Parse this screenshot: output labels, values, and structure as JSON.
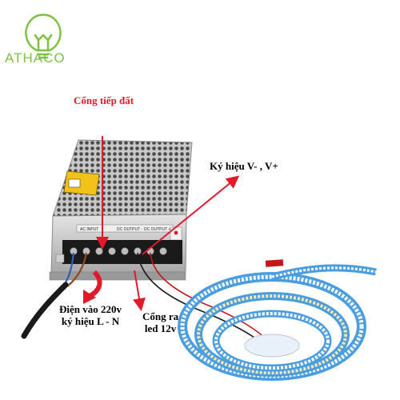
{
  "brand": {
    "name": "ATHACO",
    "color": "#7cc242",
    "icon": "lightbulb-icon"
  },
  "labels": {
    "ground_port": "Cổng tiếp đất",
    "voltage_symbols": "Ký hiệu V- , V+",
    "input_line1": "Điện vào 220v",
    "input_line2": "ký hiệu L - N",
    "output_line1": "Cổng ra",
    "output_line2": "led 12v"
  },
  "power_supply": {
    "ac_input_label": "AC INPUT",
    "dc_output_minus_label": "DC OUTPUT -",
    "dc_output_plus_label": "DC OUTPUT +"
  },
  "colors": {
    "arrow_red": "#e0192b",
    "label_red": "#e0192b",
    "strip_blue": "#4a9ee0"
  }
}
